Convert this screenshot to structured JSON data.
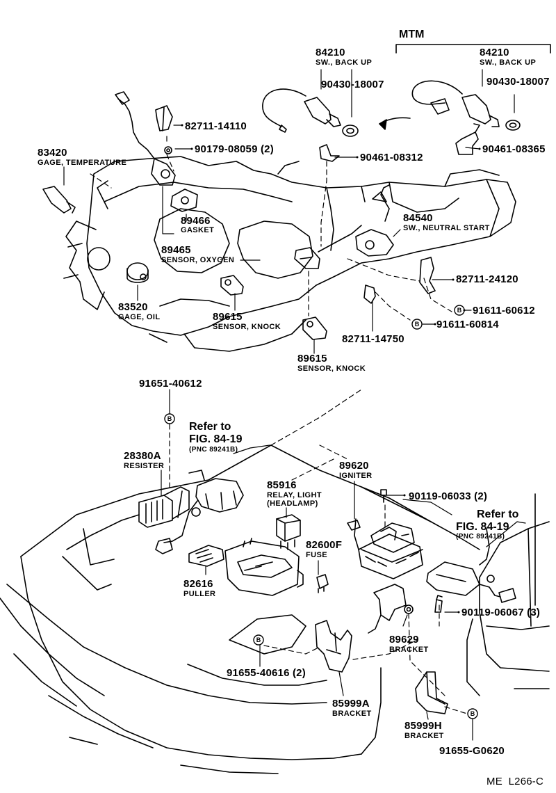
{
  "diagram": {
    "header": "MTM",
    "footer": "ME  L266-C",
    "callouts": [
      {
        "id": "c84210a",
        "number": "84210",
        "name": "SW., BACK UP"
      },
      {
        "id": "c90430a",
        "number": "90430-18007",
        "name": ""
      },
      {
        "id": "c84210b",
        "number": "84210",
        "name": "SW., BACK UP"
      },
      {
        "id": "c90430b",
        "number": "90430-18007",
        "name": ""
      },
      {
        "id": "c82711a",
        "number": "82711-14110",
        "name": ""
      },
      {
        "id": "c90179",
        "number": "90179-08059 (2)",
        "name": ""
      },
      {
        "id": "c83420",
        "number": "83420",
        "name": "GAGE, TEMPERATURE"
      },
      {
        "id": "c90461a",
        "number": "90461-08312",
        "name": ""
      },
      {
        "id": "c90461b",
        "number": "90461-08365",
        "name": ""
      },
      {
        "id": "c89466",
        "number": "89466",
        "name": "GASKET"
      },
      {
        "id": "c84540",
        "number": "84540",
        "name": "SW., NEUTRAL START"
      },
      {
        "id": "c89465",
        "number": "89465",
        "name": "SENSOR, OXYGEN"
      },
      {
        "id": "c82711b",
        "number": "82711-24120",
        "name": ""
      },
      {
        "id": "c83520",
        "number": "83520",
        "name": "GAGE, OIL"
      },
      {
        "id": "c89615a",
        "number": "89615",
        "name": "SENSOR, KNOCK"
      },
      {
        "id": "c91611a",
        "number": "91611-60612",
        "name": ""
      },
      {
        "id": "c91611b",
        "number": "91611-60814",
        "name": ""
      },
      {
        "id": "c82711c",
        "number": "82711-14750",
        "name": ""
      },
      {
        "id": "c89615b",
        "number": "89615",
        "name": "SENSOR, KNOCK"
      },
      {
        "id": "c91651",
        "number": "91651-40612",
        "name": ""
      },
      {
        "id": "c28380",
        "number": "28380A",
        "name": "RESISTER"
      },
      {
        "id": "c89620",
        "number": "89620",
        "name": "IGNITER"
      },
      {
        "id": "c85916",
        "number": "85916",
        "name": "RELAY, LIGHT"
      },
      {
        "id": "c90119a",
        "number": "90119-06033 (2)",
        "name": ""
      },
      {
        "id": "c82600",
        "number": "82600F",
        "name": "FUSE"
      },
      {
        "id": "c82616",
        "number": "82616",
        "name": "PULLER"
      },
      {
        "id": "c90119b",
        "number": "90119-06067 (3)",
        "name": ""
      },
      {
        "id": "c89629",
        "number": "89629",
        "name": "BRACKET"
      },
      {
        "id": "c91655a",
        "number": "91655-40616 (2)",
        "name": ""
      },
      {
        "id": "c85999a",
        "number": "85999A",
        "name": "BRACKET"
      },
      {
        "id": "c85999h",
        "number": "85999H",
        "name": "BRACKET"
      },
      {
        "id": "c91655b",
        "number": "91655-G0620",
        "name": ""
      }
    ],
    "relay_subname": "(HEADLAMP)",
    "refers": [
      {
        "line1": "Refer to",
        "line2": "FIG. 84-19",
        "line3": "(PNC 89241B)"
      },
      {
        "line1": "Refer to",
        "line2": "FIG. 84-19",
        "line3": "(PNC 89241B)"
      }
    ],
    "bolt_marker": "B"
  }
}
